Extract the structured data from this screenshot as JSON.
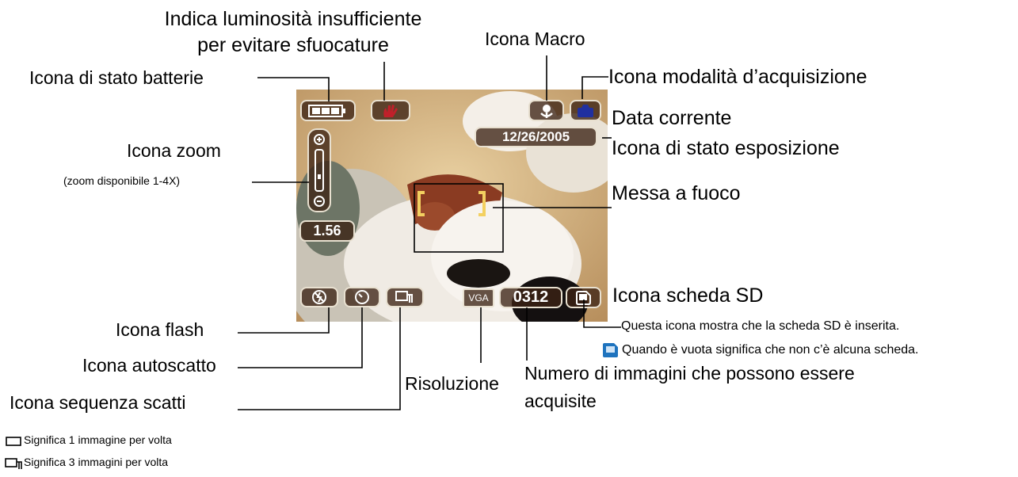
{
  "labels": {
    "luminosity_line1": "Indica luminosità insufficiente",
    "luminosity_line2": "per evitare sfuocature",
    "macro": "Icona Macro",
    "battery": "Icona di stato batterie",
    "capture_mode": "Icona modalità d’acquisizione",
    "current_date": "Data corrente",
    "exposure_status": "Icona di stato esposizione",
    "zoom": "Icona zoom",
    "zoom_note": "(zoom disponibile 1-4X)",
    "focus": "Messa a fuoco",
    "sd_card": "Icona scheda SD",
    "sd_inserted": "Questa icona mostra che la scheda SD è inserita.",
    "sd_empty": "Quando è vuota significa che non c’è alcuna scheda.",
    "flash": "Icona flash",
    "self_timer": "Icona autoscatto",
    "burst": "Icona sequenza scatti",
    "resolution": "Risoluzione",
    "remaining_line1": "Numero di immagini che possono essere",
    "remaining_line2": "acquisite",
    "single_shot": "Significa 1 immagine per volta",
    "three_shots": "Significa 3 immagini per volta"
  },
  "screen": {
    "date": "12/26/2005",
    "zoom_value": "1.56",
    "resolution": "VGA",
    "counter": "0312"
  },
  "colors": {
    "shake_icon": "#c0202a",
    "capture_icon": "#2030a0",
    "sd_empty_icon": "#1e73be"
  },
  "icons": {
    "battery": "battery-icon",
    "shake_warning": "hand-shake-icon",
    "macro": "macro-flower-icon",
    "capture_mode": "camera-icon",
    "flash": "flash-off-icon",
    "self_timer": "timer-icon",
    "burst": "burst-icon",
    "sd_card": "sd-card-icon"
  }
}
